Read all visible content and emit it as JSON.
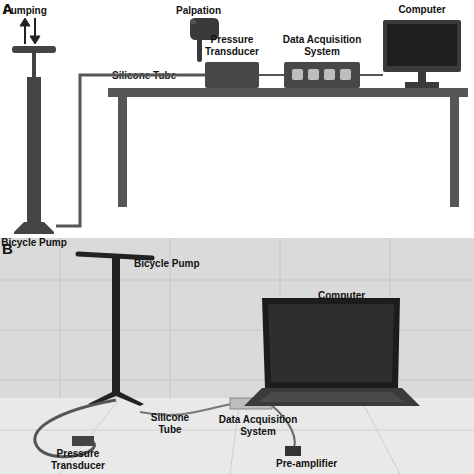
{
  "diagram": {
    "nodes": [
      {
        "text": [
          "Bicycle Pump"
        ]
      },
      {
        "text": [
          "Pressure Transducer"
        ]
      },
      {
        "text": [
          "Data Acquisition System"
        ]
      },
      {
        "text": [
          "Computer"
        ]
      }
    ],
    "edges": [
      {
        "from": 0,
        "to": 1,
        "arrow": "none",
        "label": "Silicone Tube"
      },
      {
        "from": 1,
        "to": 2,
        "arrow": "none"
      },
      {
        "from": 2,
        "to": 3,
        "arrow": "none"
      }
    ],
    "labels": [
      "A",
      "Pumping",
      "Palpation",
      "B",
      "Bicycle Pump",
      "Computer",
      "Silicone Tube",
      "Data Acquisition System",
      "Pre-amplifier",
      "Pressure Transducer"
    ]
  }
}
